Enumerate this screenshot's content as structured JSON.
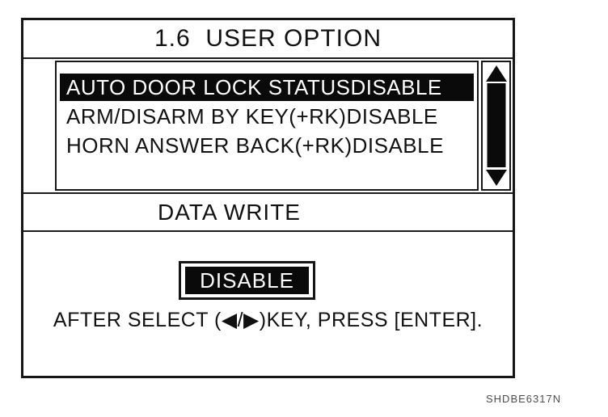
{
  "header": {
    "title": "1.6  USER OPTION"
  },
  "menu": {
    "items": [
      {
        "label": "AUTO DOOR LOCK STATUS",
        "value": "DISABLE",
        "selected": true
      },
      {
        "label": "ARM/DISARM BY KEY(+RK)",
        "value": "DISABLE",
        "selected": false
      },
      {
        "label": "HORN ANSWER BACK(+RK)",
        "value": "DISABLE",
        "selected": false
      }
    ]
  },
  "scrollbar": {
    "up_icon": "up-triangle",
    "down_icon": "down-triangle"
  },
  "data_write": {
    "label": "DATA WRITE"
  },
  "selector": {
    "value": "DISABLE"
  },
  "instruction": {
    "text": "AFTER SELECT (◀/▶)KEY, PRESS [ENTER]."
  },
  "footer": {
    "code": "SHDBE6317N"
  },
  "colors": {
    "foreground": "#111111",
    "highlight_bg": "#0a0a0a",
    "highlight_text": "#ffffff",
    "background": "#ffffff"
  }
}
